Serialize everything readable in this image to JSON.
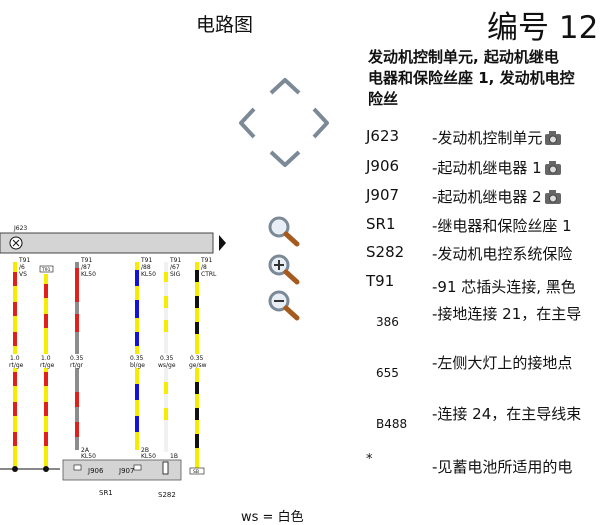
{
  "header": {
    "diagram_title": "电路图",
    "doc_number": "编号  12",
    "heading_line1": "发动机控制单元, 起动机继电",
    "heading_line2": "电器和保险丝座 1, 发动机电控",
    "heading_line3": "险丝"
  },
  "legend": [
    {
      "code": "J623",
      "desc": "-发动机控制单元",
      "camera": true
    },
    {
      "code": "J906",
      "desc": "-起动机继电器 1",
      "camera": true
    },
    {
      "code": "J907",
      "desc": "-起动机继电器 2",
      "camera": true
    },
    {
      "code": "SR1",
      "desc": "-继电器和保险丝座 1",
      "camera": false
    },
    {
      "code": "S282",
      "desc": "-发动机电控系统保险",
      "camera": false
    },
    {
      "code": "T91",
      "desc": "-91 芯插头连接, 黑色",
      "camera": false
    },
    {
      "code": "386",
      "desc": "-接地连接 21，在主导",
      "camera": false
    },
    {
      "code": "655",
      "desc": "-左侧大灯上的接地点",
      "camera": false
    },
    {
      "code": "B488",
      "desc": "-连接 24，在主导线束",
      "camera": false
    },
    {
      "code": "*",
      "desc": "-见蓄电池所适用的电",
      "camera": false
    }
  ],
  "footer": {
    "wire_color_note": "ws    =  白色"
  },
  "diagram": {
    "module_label": "J623",
    "relay1": "J906",
    "relay2": "J907",
    "bottom_label1": "SR1",
    "bottom_label2": "S282",
    "fuse_pin": "SB",
    "plug_t91_box": "T91",
    "pins": [
      {
        "top": "T91",
        "mid": "/6",
        "sig": "VS",
        "gauge": "1.0",
        "color": "rt/ge"
      },
      {
        "top": "T91",
        "mid": "/87",
        "sig": "KL50",
        "gauge": "0.35",
        "color": "rt/gr"
      },
      {
        "top": "T91",
        "mid": "/88",
        "sig": "KL50",
        "gauge": "0.35",
        "color": "bl/ge"
      },
      {
        "top": "T91",
        "mid": "/67",
        "sig": "SIG",
        "gauge": "0.35",
        "color": "ws/ge"
      },
      {
        "top": "T91",
        "mid": "/8",
        "sig": "CTRL",
        "gauge": "0.35",
        "color": "ge/sw"
      }
    ],
    "extra_gauge": "1.0",
    "extra_color": "rt/ge",
    "relay_pin1": "2A",
    "relay_pin1_sig": "KL50",
    "relay_pin2": "2B",
    "relay_pin2_sig": "KL50",
    "relay_pin3": "1B"
  },
  "colors": {
    "yellow": "#f5ec00",
    "red": "#e0201b",
    "blue": "#1414d8",
    "gray": "#8c8c8c",
    "nav": "#7c8a98"
  }
}
